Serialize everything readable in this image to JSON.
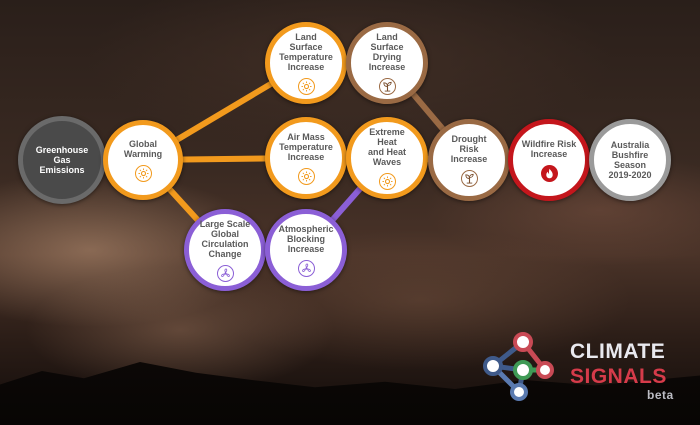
{
  "nodes": [
    {
      "id": "ghg",
      "label": "Greenhouse\nGas Emissions",
      "icon": null
    },
    {
      "id": "gw",
      "label": "Global\nWarming",
      "icon": "sun-icon"
    },
    {
      "id": "lst",
      "label": "Land Surface\nTemperature\nIncrease",
      "icon": "sun-icon"
    },
    {
      "id": "lsd",
      "label": "Land Surface\nDrying\nIncrease",
      "icon": "plant-icon"
    },
    {
      "id": "amt",
      "label": "Air Mass\nTemperature\nIncrease",
      "icon": "sun-icon"
    },
    {
      "id": "ehw",
      "label": "Extreme Heat\nand Heat\nWaves",
      "icon": "sun-icon"
    },
    {
      "id": "drought",
      "label": "Drought Risk\nIncrease",
      "icon": "plant-icon"
    },
    {
      "id": "wildfire",
      "label": "Wildfire Risk\nIncrease",
      "icon": "fire-icon"
    },
    {
      "id": "bushfire",
      "label": "Australia\nBushfire\nSeason\n2019-2020",
      "icon": null
    },
    {
      "id": "lsgcc",
      "label": "Large Scale\nGlobal\nCirculation\nChange",
      "icon": "fan-icon"
    },
    {
      "id": "abi",
      "label": "Atmospheric\nBlocking\nIncrease",
      "icon": "fan-icon"
    }
  ],
  "links": [
    {
      "from": "ghg",
      "to": "gw",
      "color": "#f29a1d"
    },
    {
      "from": "gw",
      "to": "lst",
      "color": "#f29a1d"
    },
    {
      "from": "gw",
      "to": "amt",
      "color": "#f29a1d"
    },
    {
      "from": "gw",
      "to": "lsgcc",
      "color": "#f29a1d"
    },
    {
      "from": "lst",
      "to": "lsd",
      "color": "#f29a1d"
    },
    {
      "from": "amt",
      "to": "ehw",
      "color": "#f29a1d"
    },
    {
      "from": "lsd",
      "to": "drought",
      "color": "#9a6a44"
    },
    {
      "from": "ehw",
      "to": "drought",
      "color": "#f29a1d"
    },
    {
      "from": "drought",
      "to": "wildfire",
      "color": "#9a6a44"
    },
    {
      "from": "wildfire",
      "to": "bushfire",
      "color": "#c4161c"
    },
    {
      "from": "lsgcc",
      "to": "abi",
      "color": "#8b5fd6",
      "dashed": true
    },
    {
      "from": "abi",
      "to": "ehw",
      "color": "#8b5fd6"
    }
  ],
  "colors": {
    "orange": "#f29a1d",
    "brown": "#9a6a44",
    "red": "#c4161c",
    "purple": "#8b5fd6",
    "gray": "#9a9a9a",
    "dark": "#4a4a4a"
  },
  "logo": {
    "line1": "CLIMATE",
    "line2": "SIGNALS",
    "line3": "beta"
  }
}
